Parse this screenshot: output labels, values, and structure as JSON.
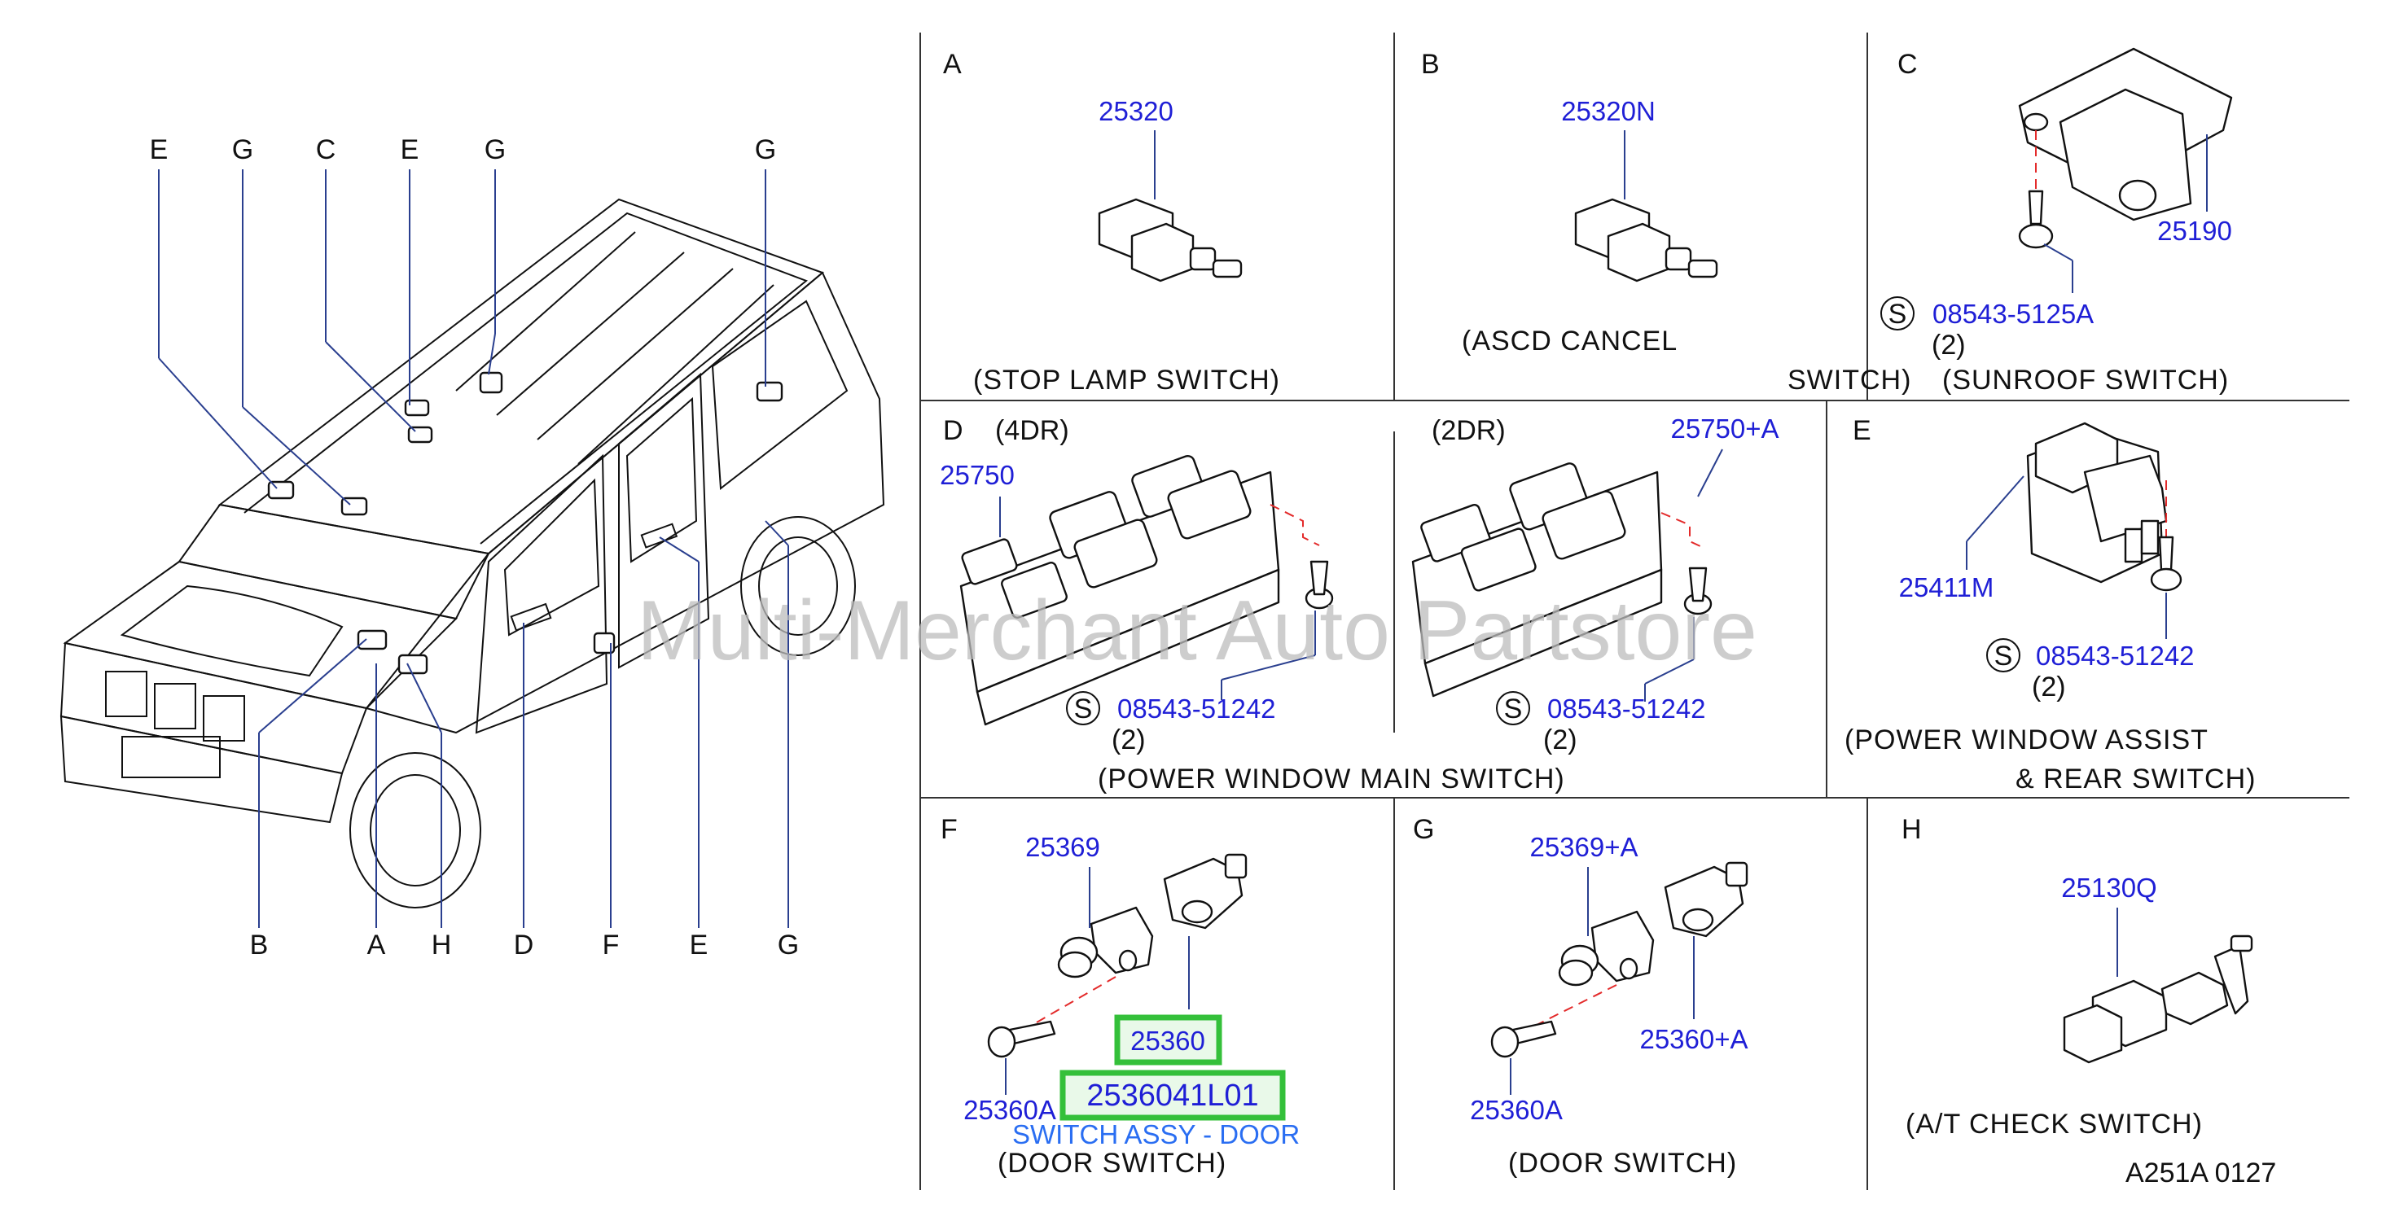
{
  "watermark": "Multi-Merchant Auto Partstore",
  "vehicle_callouts_top": [
    "E",
    "G",
    "C",
    "E",
    "G",
    "G"
  ],
  "vehicle_callouts_bottom": [
    "B",
    "A",
    "H",
    "D",
    "F",
    "E",
    "G"
  ],
  "panels": {
    "A": {
      "letter": "A",
      "part": "25320",
      "caption": "(STOP   LAMP   SWITCH)"
    },
    "B": {
      "letter": "B",
      "part": "25320N",
      "caption1": "(ASCD   CANCEL",
      "caption2": "SWITCH)"
    },
    "C": {
      "letter": "C",
      "part_main": "25190",
      "screw_mark": "S",
      "screw": "08543-5125A",
      "qty": "(2)",
      "caption": "(SUNROOF   SWITCH)"
    },
    "D": {
      "letter": "D",
      "variant_4dr": "(4DR)",
      "variant_2dr": "(2DR)",
      "part_4dr": "25750",
      "part_2dr": "25750+A",
      "screw_mark": "S",
      "screw": "08543-51242",
      "qty": "(2)",
      "caption": "(POWER   WINDOW   MAIN   SWITCH)"
    },
    "E": {
      "letter": "E",
      "part": "25411M",
      "screw_mark": "S",
      "screw": "08543-51242",
      "qty": "(2)",
      "caption1": "(POWER   WINDOW   ASSIST",
      "caption2": "&   REAR   SWITCH)"
    },
    "F": {
      "letter": "F",
      "part_switch": "25369",
      "part_bracket": "25360",
      "part_screw": "25360A",
      "highlight_code": "2536041L01",
      "highlight_desc": "SWITCH ASSY - DOOR",
      "caption": "(DOOR   SWITCH)"
    },
    "G": {
      "letter": "G",
      "part_switch": "25369+A",
      "part_bracket": "25360+A",
      "part_screw": "25360A",
      "caption": "(DOOR   SWITCH)"
    },
    "H": {
      "letter": "H",
      "part": "25130Q",
      "caption": "(A/T   CHECK   SWITCH)"
    }
  },
  "diagram_code": "A251A   0127"
}
